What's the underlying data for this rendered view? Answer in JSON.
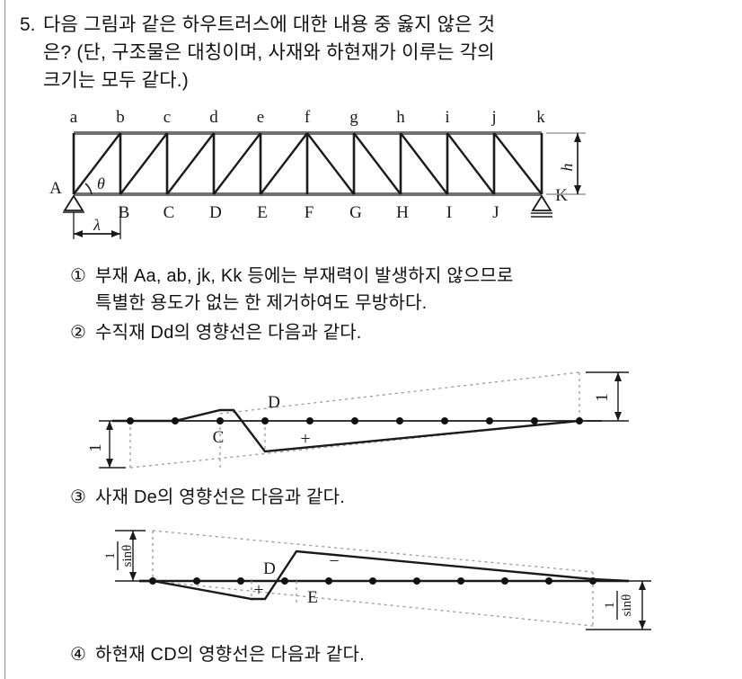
{
  "question": {
    "number": "5.",
    "lines": [
      "다음 그림과 같은 하우트러스에 대한 내용 중 옳지 않은 것",
      "은? (단, 구조물은 대칭이며, 사재와 하현재가 이루는 각의",
      "크기는 모두 같다.)"
    ]
  },
  "truss_figure": {
    "top_nodes": [
      "a",
      "b",
      "c",
      "d",
      "e",
      "f",
      "g",
      "h",
      "i",
      "j",
      "k"
    ],
    "bottom_nodes": [
      "A",
      "B",
      "C",
      "D",
      "E",
      "F",
      "G",
      "H",
      "I",
      "J",
      "K"
    ],
    "angle_label": "θ",
    "height_label": "h",
    "panel_label": "λ",
    "panel_count": 10,
    "symmetry_node": "f",
    "support_left": "pin",
    "support_right": "roller"
  },
  "options": [
    {
      "mark": "①",
      "lines": [
        "부재 Aa, ab, jk, Kk 등에는 부재력이 발생하지 않으므로",
        "특별한 용도가 없는 한 제거하여도 무방하다."
      ]
    },
    {
      "mark": "②",
      "lines": [
        "수직재 Dd의 영향선은 다음과 같다."
      ]
    },
    {
      "mark": "③",
      "lines": [
        "사재 De의 영향선은 다음과 같다."
      ]
    },
    {
      "mark": "④",
      "lines": [
        "하현재 CD의 영향선은 다음과 같다."
      ]
    }
  ],
  "influence_line_Dd": {
    "caption_member": "Dd",
    "node_labels": [
      "C",
      "D"
    ],
    "sign_label": "+",
    "ordinate_left": "1",
    "ordinate_right": "1",
    "node_count": 11,
    "break_node_index": 2,
    "drop_node_index": 3
  },
  "influence_line_De": {
    "caption_member": "De",
    "node_labels": [
      "D",
      "E"
    ],
    "sign_positive": "+",
    "sign_negative": "−",
    "ordinate_numerator": "1",
    "ordinate_denominator": "sinθ",
    "node_count": 11,
    "break_node_index": 3,
    "peak_node_index": 4
  },
  "colors": {
    "ink": "#1a1a1a",
    "chord": "#707070",
    "dotted": "#9a9a9a",
    "rule": "#8a8a8a"
  }
}
